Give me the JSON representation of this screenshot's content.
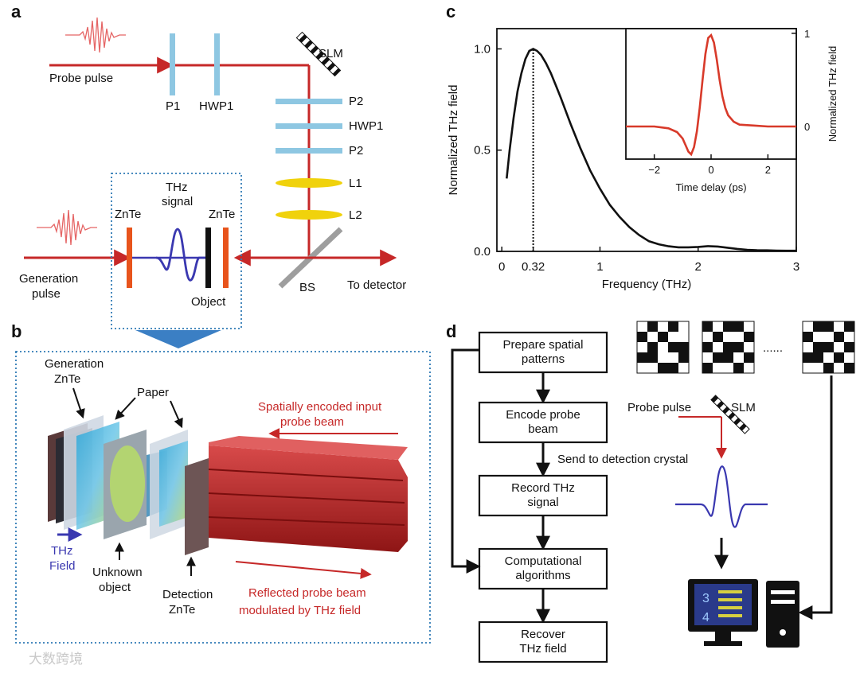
{
  "panels": {
    "a": "a",
    "b": "b",
    "c": "c",
    "d": "d"
  },
  "panel_a": {
    "probe_pulse": "Probe pulse",
    "slm": "SLM",
    "p1": "P1",
    "hwp1": "HWP1",
    "optics_labels": [
      "P2",
      "HWP1",
      "P2",
      "L1",
      "L2"
    ],
    "thz_signal": [
      "THz",
      "signal"
    ],
    "znte_left": "ZnTe",
    "znte_right": "ZnTe",
    "object": "Object",
    "generation_pulse": [
      "Generation",
      "pulse"
    ],
    "bs": "BS",
    "to_detector": "To detector"
  },
  "panel_b": {
    "generation_znte": [
      "Generation",
      "ZnTe"
    ],
    "paper": "Paper",
    "thz_field": [
      "THz",
      "Field"
    ],
    "unknown_object": [
      "Unknown",
      "object"
    ],
    "detection_znte": [
      "Detection",
      "ZnTe"
    ],
    "input_beam": [
      "Spatially encoded input",
      "probe beam"
    ],
    "reflected_beam": [
      "Reflected probe beam",
      "modulated by THz field"
    ]
  },
  "panel_d": {
    "steps": [
      [
        "Prepare spatial",
        "patterns"
      ],
      [
        "Encode probe",
        "beam"
      ],
      [
        "Record THz",
        "signal"
      ],
      [
        "Computational",
        "algorithms"
      ],
      [
        "Recover",
        "THz field"
      ]
    ],
    "send_label": "Send to detection crystal",
    "probe_pulse": "Probe pulse",
    "slm": "SLM",
    "ellipsis": "......",
    "screen_digits": [
      "3",
      "4"
    ]
  },
  "watermark": "大数跨境",
  "chart_data": [
    {
      "type": "line",
      "xlabel": "Frequency (THz)",
      "ylabel": "Normalized THz field",
      "xlim": [
        -0.05,
        3
      ],
      "ylim": [
        0,
        1.1
      ],
      "x_ticks": [
        "0",
        "0.32",
        "1",
        "2",
        "3"
      ],
      "x_tick_values": [
        0,
        0.32,
        1,
        2,
        3
      ],
      "y_ticks": [
        "0.0",
        "0.5",
        "1.0"
      ],
      "y_tick_values": [
        0,
        0.5,
        1.0
      ],
      "marker_line_x": 0.32,
      "series": [
        {
          "x": [
            0.05,
            0.08,
            0.12,
            0.16,
            0.2,
            0.24,
            0.28,
            0.32,
            0.36,
            0.4,
            0.45,
            0.5,
            0.55,
            0.6,
            0.7,
            0.8,
            0.9,
            1.0,
            1.1,
            1.2,
            1.3,
            1.4,
            1.5,
            1.6,
            1.7,
            1.8,
            1.9,
            2.0,
            2.1,
            2.2,
            2.3,
            2.4,
            2.5,
            2.6,
            2.7,
            2.8,
            2.9,
            3.0
          ],
          "y": [
            0.36,
            0.5,
            0.66,
            0.79,
            0.88,
            0.95,
            0.99,
            1.0,
            0.99,
            0.97,
            0.93,
            0.88,
            0.82,
            0.76,
            0.63,
            0.51,
            0.4,
            0.31,
            0.23,
            0.17,
            0.12,
            0.08,
            0.05,
            0.035,
            0.025,
            0.02,
            0.02,
            0.022,
            0.026,
            0.024,
            0.018,
            0.012,
            0.008,
            0.006,
            0.005,
            0.004,
            0.003,
            0.003
          ]
        }
      ]
    },
    {
      "type": "line",
      "xlabel": "Time delay (ps)",
      "ylabel": "Normalized THz field",
      "xlim": [
        -3,
        3
      ],
      "ylim": [
        -0.35,
        1.05
      ],
      "x_ticks": [
        "−2",
        "0",
        "2"
      ],
      "x_tick_values": [
        -2,
        0,
        2
      ],
      "y_ticks": [
        "0",
        "1"
      ],
      "y_tick_values": [
        0,
        1
      ],
      "series": [
        {
          "x": [
            -3,
            -2.5,
            -2,
            -1.5,
            -1.2,
            -1.0,
            -0.9,
            -0.8,
            -0.7,
            -0.6,
            -0.5,
            -0.4,
            -0.3,
            -0.2,
            -0.1,
            0,
            0.1,
            0.2,
            0.3,
            0.4,
            0.5,
            0.6,
            0.8,
            1.0,
            1.5,
            2,
            2.5,
            3
          ],
          "y": [
            0,
            0,
            0,
            -0.02,
            -0.06,
            -0.13,
            -0.2,
            -0.27,
            -0.3,
            -0.22,
            -0.05,
            0.2,
            0.5,
            0.78,
            0.95,
            0.98,
            0.9,
            0.72,
            0.5,
            0.32,
            0.2,
            0.12,
            0.05,
            0.02,
            0.01,
            0.0,
            0.0,
            0.0
          ]
        }
      ]
    }
  ]
}
